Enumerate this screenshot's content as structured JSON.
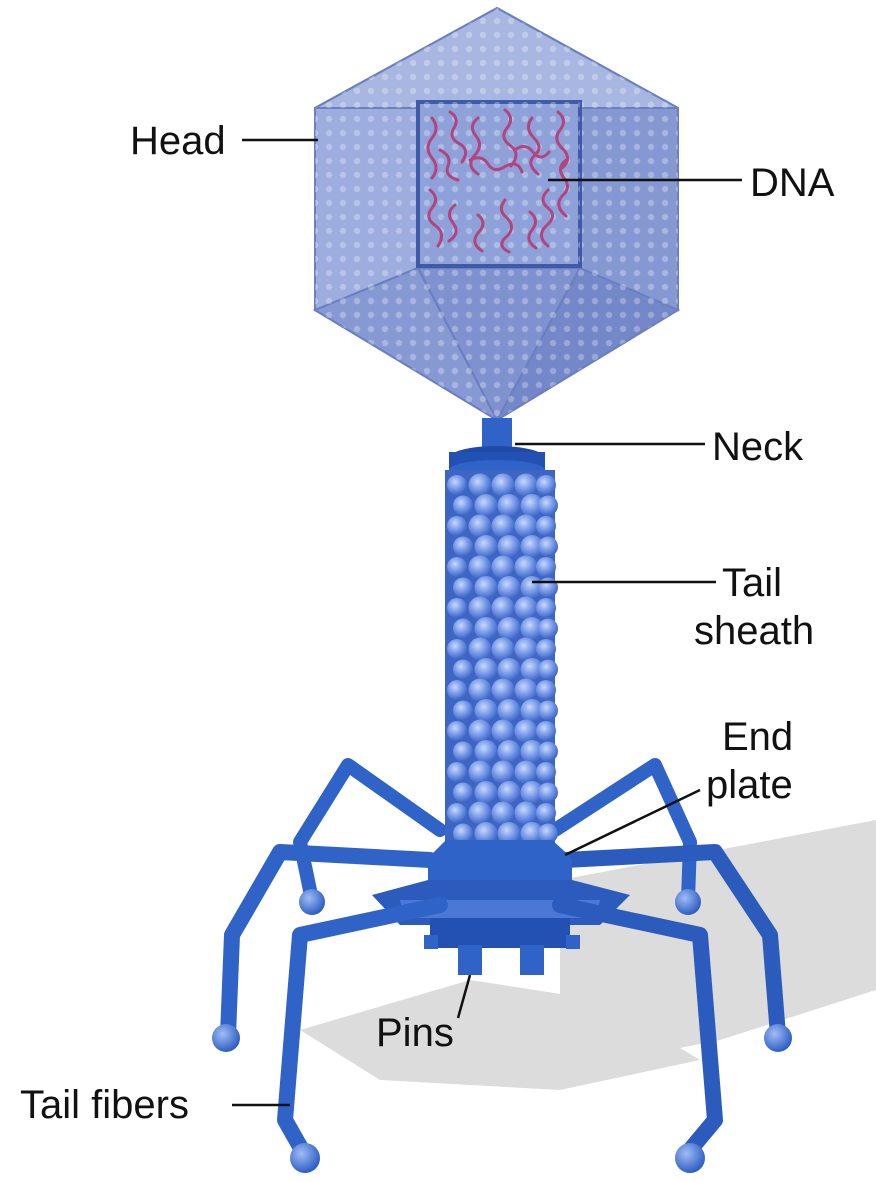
{
  "diagram": {
    "labels": {
      "head": "Head",
      "dna": "DNA",
      "neck": "Neck",
      "tail_sheath_line1": "Tail",
      "tail_sheath_line2": "sheath",
      "end_plate_line1": "End",
      "end_plate_line2": "plate",
      "pins": "Pins",
      "tail_fibers": "Tail fibers"
    },
    "colors": {
      "capsid_face_light": "#a9b8e2",
      "capsid_face_mid": "#8da0d6",
      "capsid_face_dark": "#7a8ecb",
      "capsid_edge": "#6a7fc0",
      "dna_strand": "#b2447e",
      "tail_blue": "#2f63c7",
      "tail_blue_dark": "#1f4aa8",
      "sheath_bead": "#6f93e6",
      "shadow": "#d9d9d9"
    }
  }
}
